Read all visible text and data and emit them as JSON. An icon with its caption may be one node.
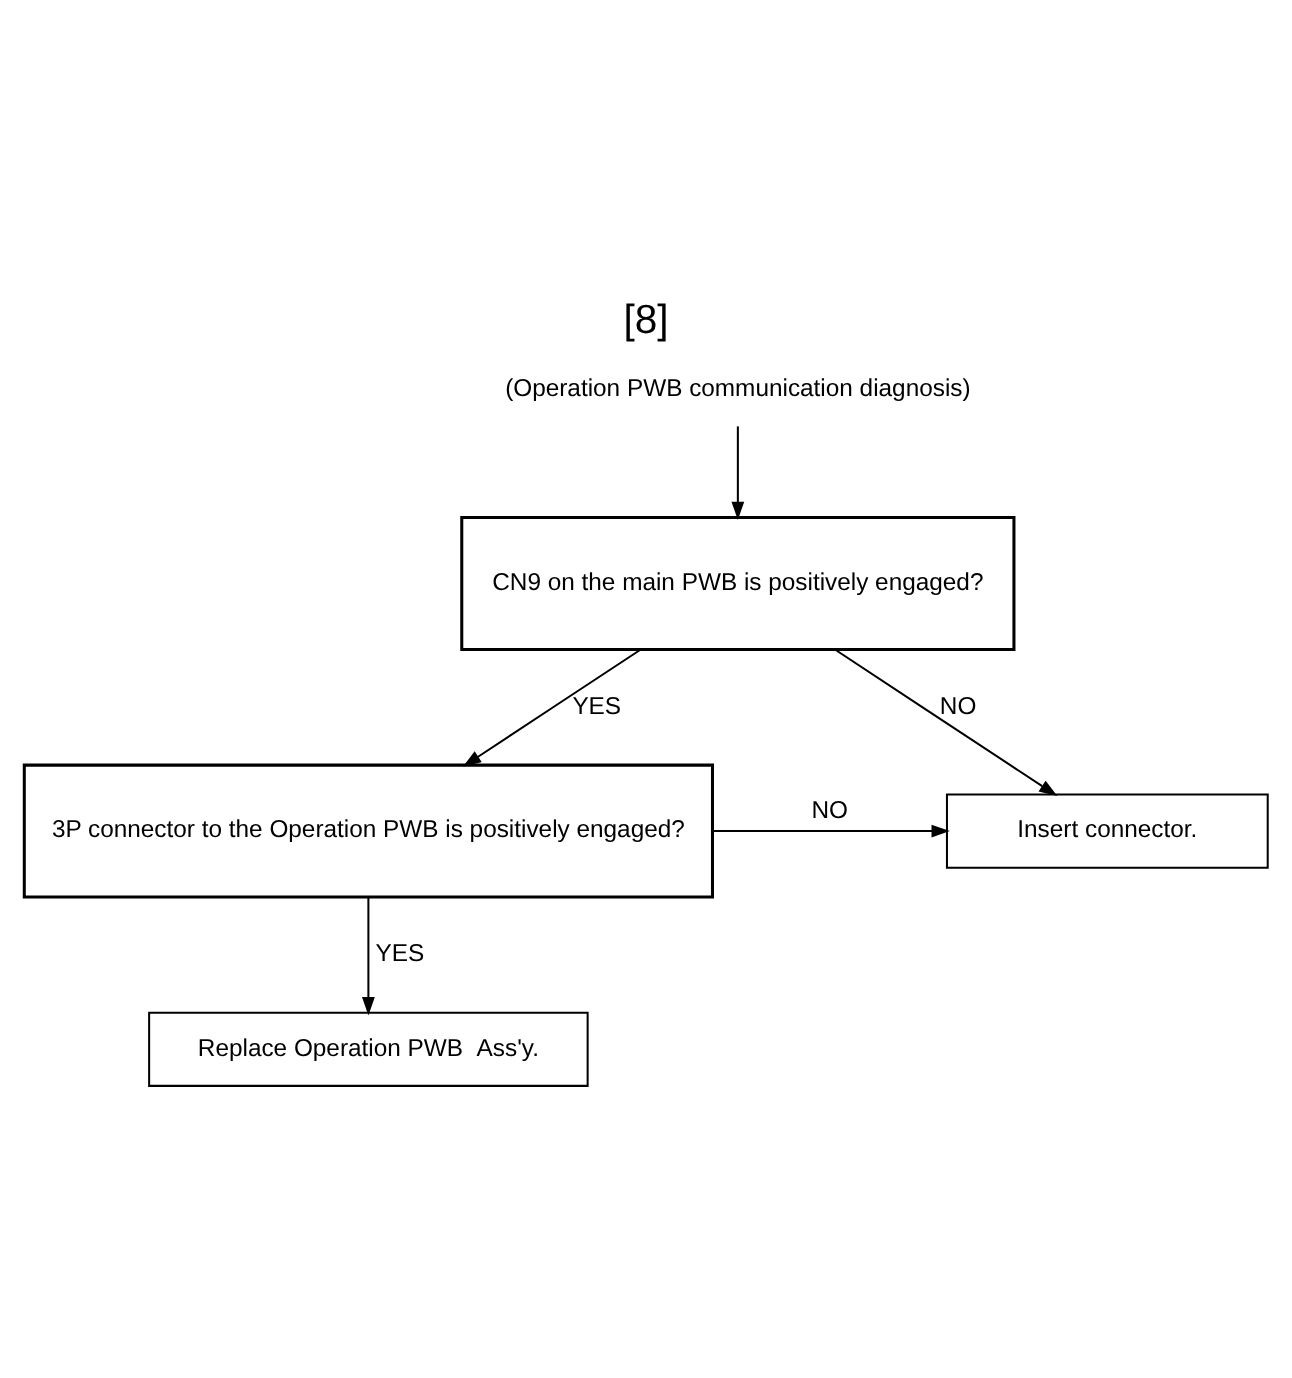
{
  "diagram": {
    "title": "[8]",
    "nodes": [
      {
        "text": [
          "(Operation PWB communication diagnosis)"
        ]
      },
      {
        "text": [
          "CN9 on the main PWB is positively engaged?"
        ]
      },
      {
        "text": [
          "3P connector to the Operation PWB is positively engaged?"
        ]
      },
      {
        "text": [
          "Insert connector."
        ]
      },
      {
        "text": [
          "Replace Operation PWB  Ass'y."
        ]
      }
    ],
    "edges": [
      {
        "from": 0,
        "to": 1,
        "arrow": "to"
      },
      {
        "from": 1,
        "to": 2,
        "arrow": "to",
        "label": "YES"
      },
      {
        "from": 1,
        "to": 3,
        "arrow": "to",
        "label": "NO"
      },
      {
        "from": 2,
        "to": 3,
        "arrow": "to",
        "label": "NO"
      },
      {
        "from": 2,
        "to": 4,
        "arrow": "to",
        "label": "YES"
      }
    ]
  }
}
